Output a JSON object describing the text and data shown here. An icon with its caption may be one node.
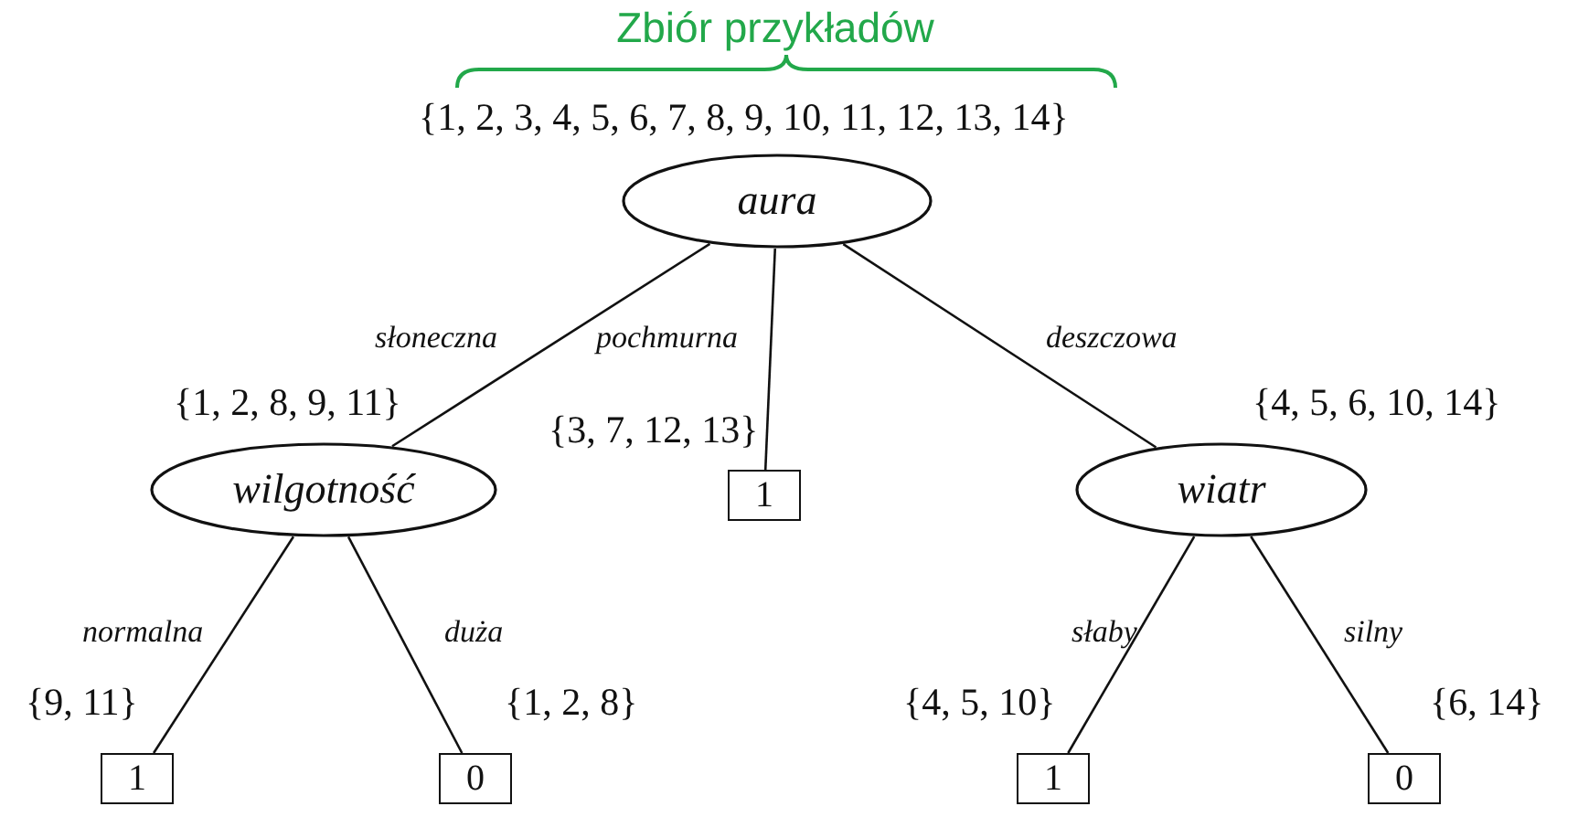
{
  "diagram": {
    "title": "Zbiór przykładów",
    "nodes": [
      {
        "text": [
          "aura"
        ],
        "beside": [
          "{1, 2, 3, 4, 5, 6, 7, 8, 9, 10, 11, 12, 13, 14}"
        ]
      },
      {
        "text": [
          "wilgotność"
        ],
        "beside": [
          "{1, 2, 8, 9, 11}"
        ]
      },
      {
        "text": [
          "1"
        ],
        "beside": [
          "{3, 7, 12, 13}"
        ]
      },
      {
        "text": [
          "wiatr"
        ],
        "beside": [
          "{4, 5, 6, 10, 14}"
        ]
      },
      {
        "text": [
          "1"
        ],
        "beside": [
          "{9, 11}"
        ]
      },
      {
        "text": [
          "0"
        ],
        "beside": [
          "{1, 2, 8}"
        ]
      },
      {
        "text": [
          "1"
        ],
        "beside": [
          "{4, 5, 10}"
        ]
      },
      {
        "text": [
          "0"
        ],
        "beside": [
          "{6, 14}"
        ]
      }
    ],
    "edges": [
      {
        "from": 0,
        "to": 1,
        "arrow": "none",
        "label": "słoneczna"
      },
      {
        "from": 0,
        "to": 2,
        "arrow": "none",
        "label": "pochmurna"
      },
      {
        "from": 0,
        "to": 3,
        "arrow": "none",
        "label": "deszczowa"
      },
      {
        "from": 1,
        "to": 4,
        "arrow": "none",
        "label": "normalna"
      },
      {
        "from": 1,
        "to": 5,
        "arrow": "none",
        "label": "duża"
      },
      {
        "from": 3,
        "to": 6,
        "arrow": "none",
        "label": "słaby"
      },
      {
        "from": 3,
        "to": 7,
        "arrow": "none",
        "label": "silny"
      }
    ]
  }
}
